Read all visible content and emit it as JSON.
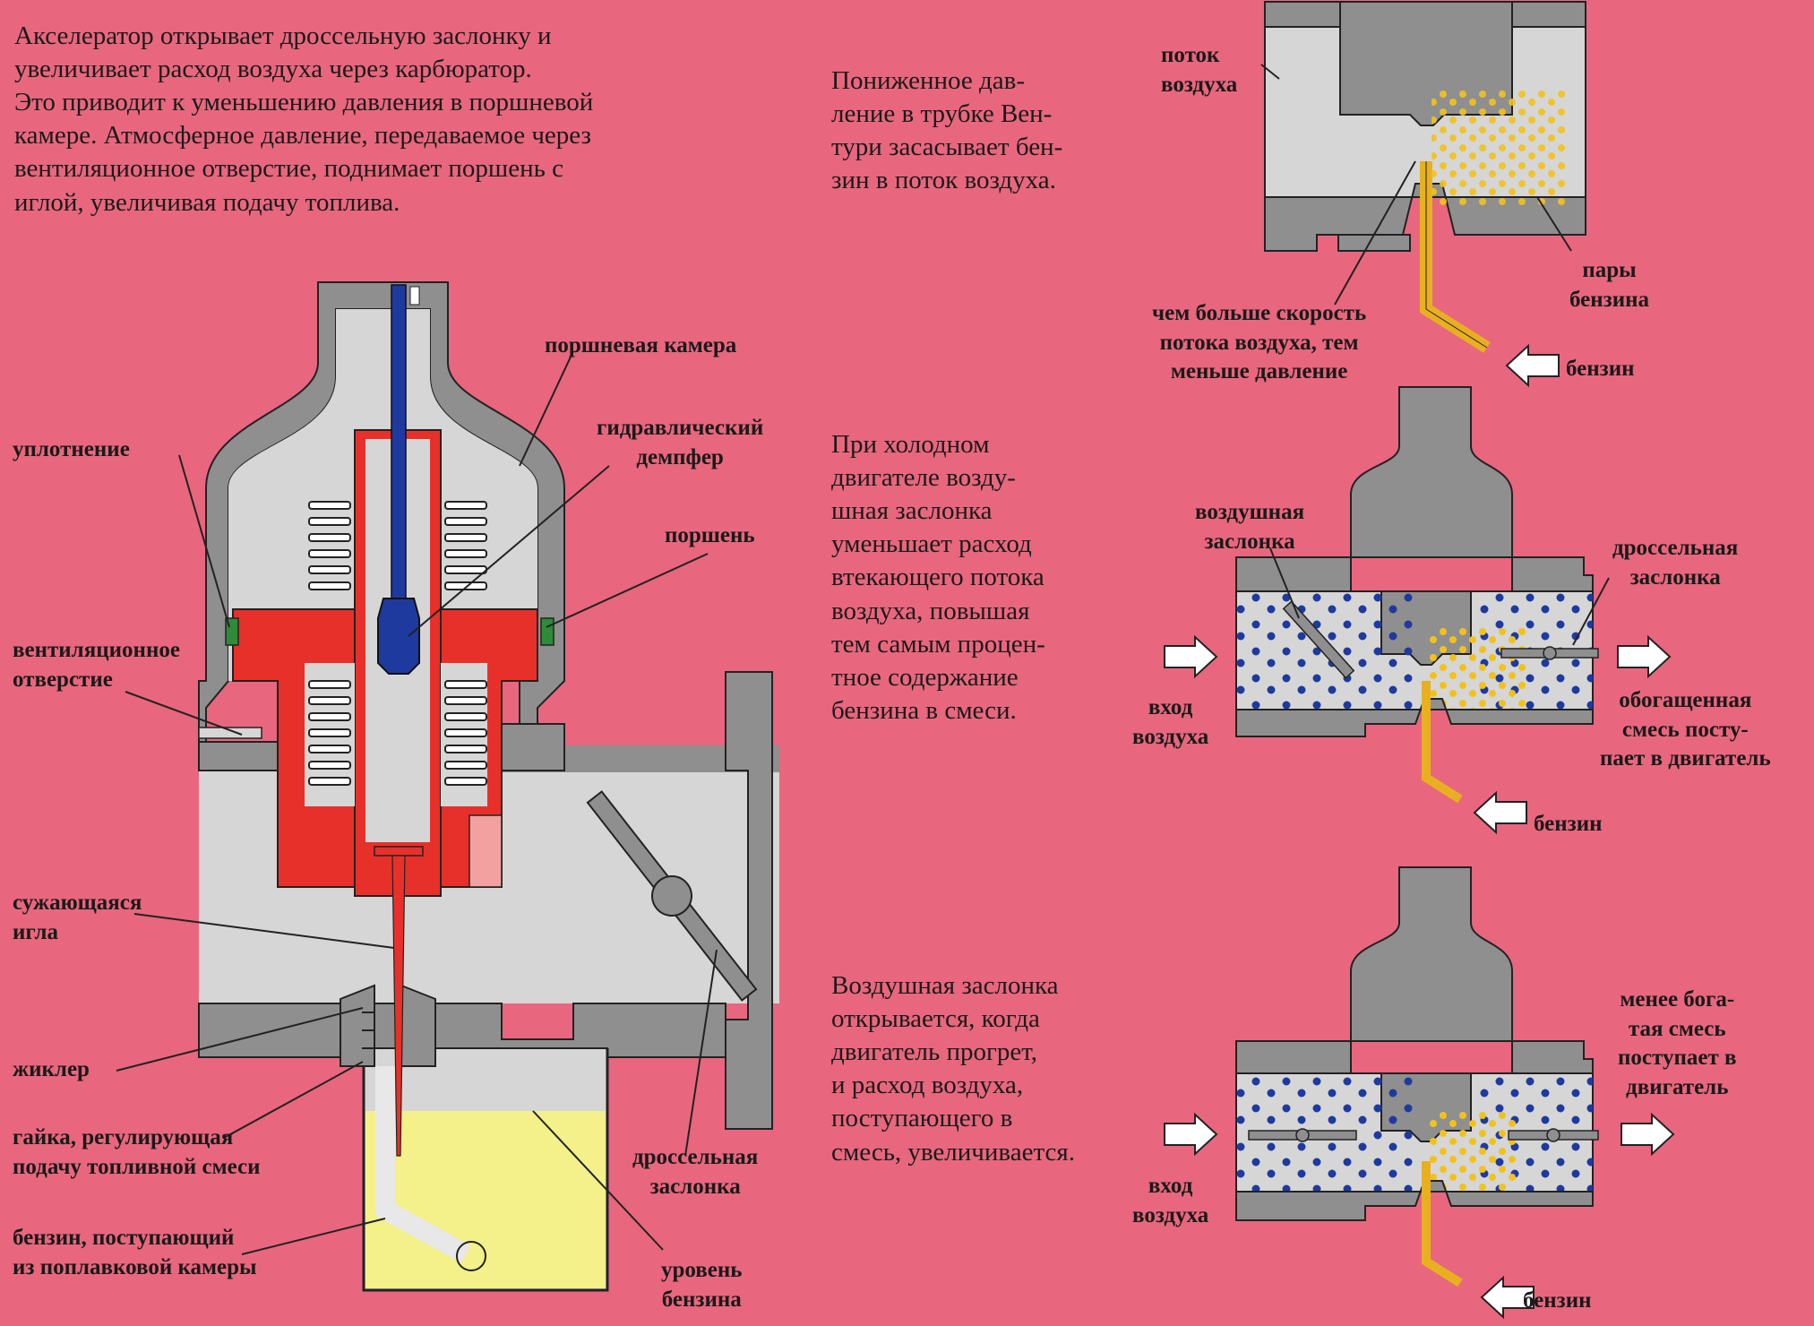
{
  "texts": {
    "intro": "Акселератор открывает дроссельную заслонку и\nувеличивает расход воздуха через карбюратор.\nЭто приводит к уменьшению давления в поршневой\nкамере. Атмосферное давление, передаваемое через\nвентиляционное отверстие, поднимает поршень с\nиглой, увеличивая подачу топлива.",
    "venturi": "Пониженное дав-\nление в трубке Вен-\nтури засасывает бен-\nзин в поток воздуха.",
    "cold": "При холодном\nдвигателе возду-\nшная заслонка\nуменьшает расход\nвтекающего потока\nвоздуха, повышая\nтем самым процен-\nтное содержание\nбензина в смеси.",
    "warm": "Воздушная заслонка\nоткрывается, когда\nдвигатель прогрет,\nи расход воздуха,\nпоступающего в\nсмесь, увеличивается."
  },
  "main_labels": {
    "piston_chamber": "поршневая камера",
    "seal": "уплотнение",
    "hydraulic_damper": "гидравлический\nдемпфер",
    "piston": "поршень",
    "vent": "вентиляционное\nотверстие",
    "needle": "сужающаяся\nигла",
    "jet": "жиклер",
    "nut": "гайка, регулирующая\nподачу топливной смеси",
    "fuel_from_float": "бензин, поступающий\nиз поплавковой камеры",
    "throttle": "дроссельная\nзаслонка",
    "fuel_level": "уровень\nбензина"
  },
  "venturi_labels": {
    "air_flow": "поток\nвоздуха",
    "vapors": "пары\nбензина",
    "speed_pressure": "чем больше скорость\nпотока воздуха, тем\nменьше давление",
    "fuel": "бензин"
  },
  "cold_labels": {
    "choke": "воздушная\nзаслонка",
    "throttle": "дроссельная\nзаслонка",
    "air_in": "вход\nвоздуха",
    "rich_mix": "обогащенная\nсмесь посту-\nпает в двигатель",
    "fuel": "бензин"
  },
  "warm_labels": {
    "lean_mix": "менее бога-\nтая смесь\nпоступает в\nдвигатель",
    "air_in": "вход\nвоздуха",
    "fuel": "бензин"
  },
  "colors": {
    "background": "#e8677e",
    "body_gray": "#8f8f8f",
    "light_gray": "#d6d6d6",
    "piston_red": "#e8302a",
    "damper_blue": "#1f3a9e",
    "fuel_yellow": "#f4f08a",
    "fuel_line": "#e8b020",
    "seal_green": "#2f8a3a"
  }
}
